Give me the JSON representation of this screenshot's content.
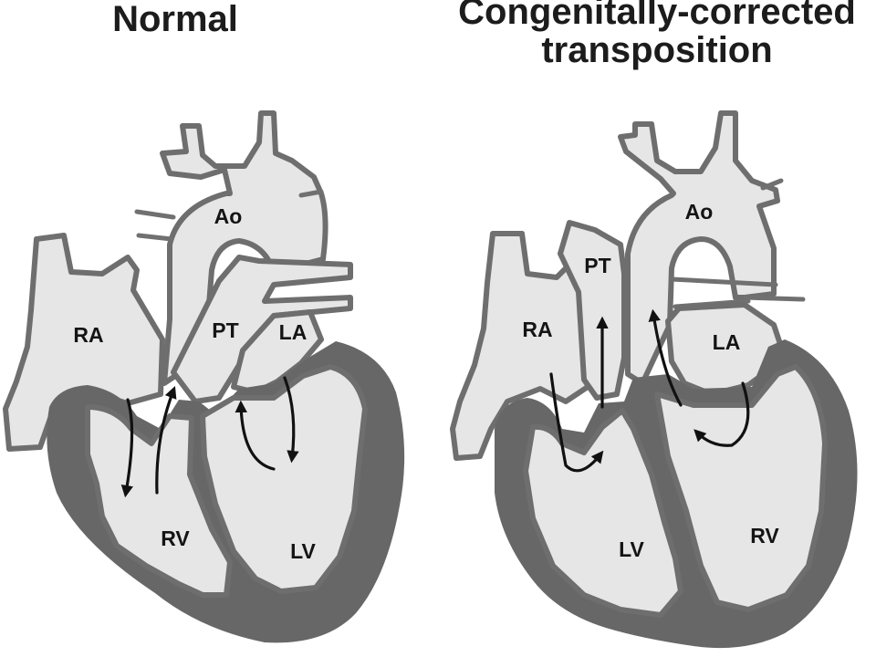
{
  "panels": {
    "normal": {
      "title": "Normal",
      "labels": {
        "ao": "Ao",
        "pt": "PT",
        "ra": "RA",
        "la": "LA",
        "rv": "RV",
        "lv": "LV"
      }
    },
    "ccta": {
      "title_line1": "Congenitally-corrected",
      "title_line2": "transposition",
      "labels": {
        "ao": "Ao",
        "pt": "PT",
        "ra": "RA",
        "la": "LA",
        "lv": "LV",
        "rv": "RV"
      }
    }
  },
  "colors": {
    "background": "#ffffff",
    "myocardium": "#676767",
    "blood_fill": "#e6e6e6",
    "outline": "#6e6e6e",
    "arrow": "#111111"
  }
}
